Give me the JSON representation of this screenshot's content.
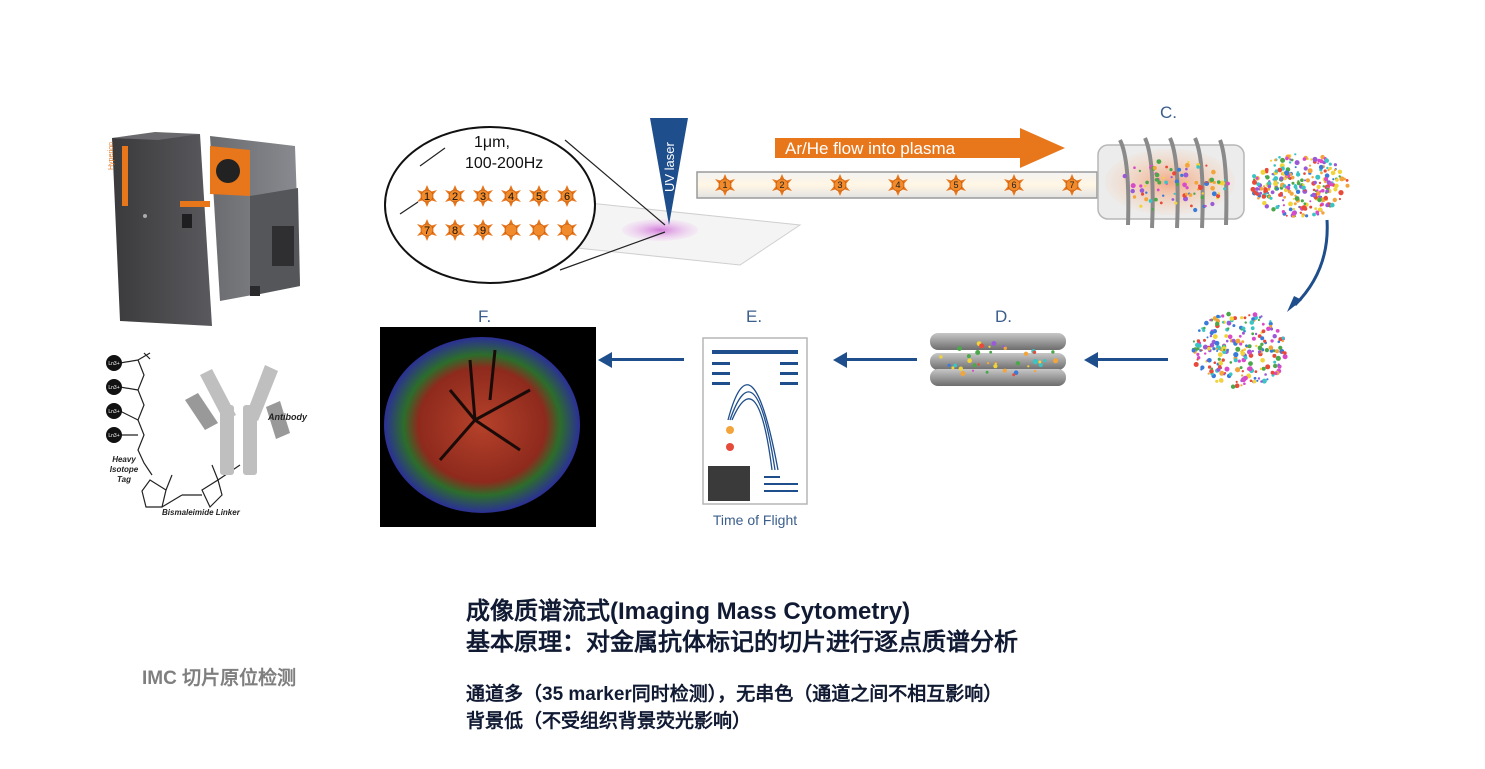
{
  "diagram": {
    "stage_labels": {
      "c": "C.",
      "d": "D.",
      "e": "E.",
      "f": "F."
    },
    "laser_spot": {
      "size": "1μm,",
      "rate": "100-200Hz"
    },
    "uv_laser": "UV laser",
    "flow_label": "Ar/He flow into plasma",
    "spot_numbers_row1": [
      "1",
      "2",
      "3",
      "4",
      "5",
      "6"
    ],
    "spot_numbers_row2": [
      "7",
      "8",
      "9"
    ],
    "tube_numbers": [
      "1",
      "2",
      "3",
      "4",
      "5",
      "6",
      "7"
    ],
    "time_of_flight": "Time of Flight",
    "antibody_label": "Antibody",
    "heavy_isotope_tag": "Heavy Isotope Tag",
    "linker_label": "Bismaleimide Linker",
    "ln_label": "Ln3+",
    "instrument_brand": "Hyperion",
    "colors": {
      "accent_orange": "#e8761b",
      "arrow_blue": "#1f4e8c",
      "label_blue": "#3b5e8c"
    }
  },
  "text": {
    "title_line1": "成像质谱流式(Imaging Mass Cytometry)",
    "title_line2": "基本原理：对金属抗体标记的切片进行逐点质谱分析",
    "bullet1": "通道多（35 marker同时检测），无串色（通道之间不相互影响）",
    "bullet2": "背景低（不受组织背景荧光影响）",
    "side_label": "IMC  切片原位检测"
  }
}
